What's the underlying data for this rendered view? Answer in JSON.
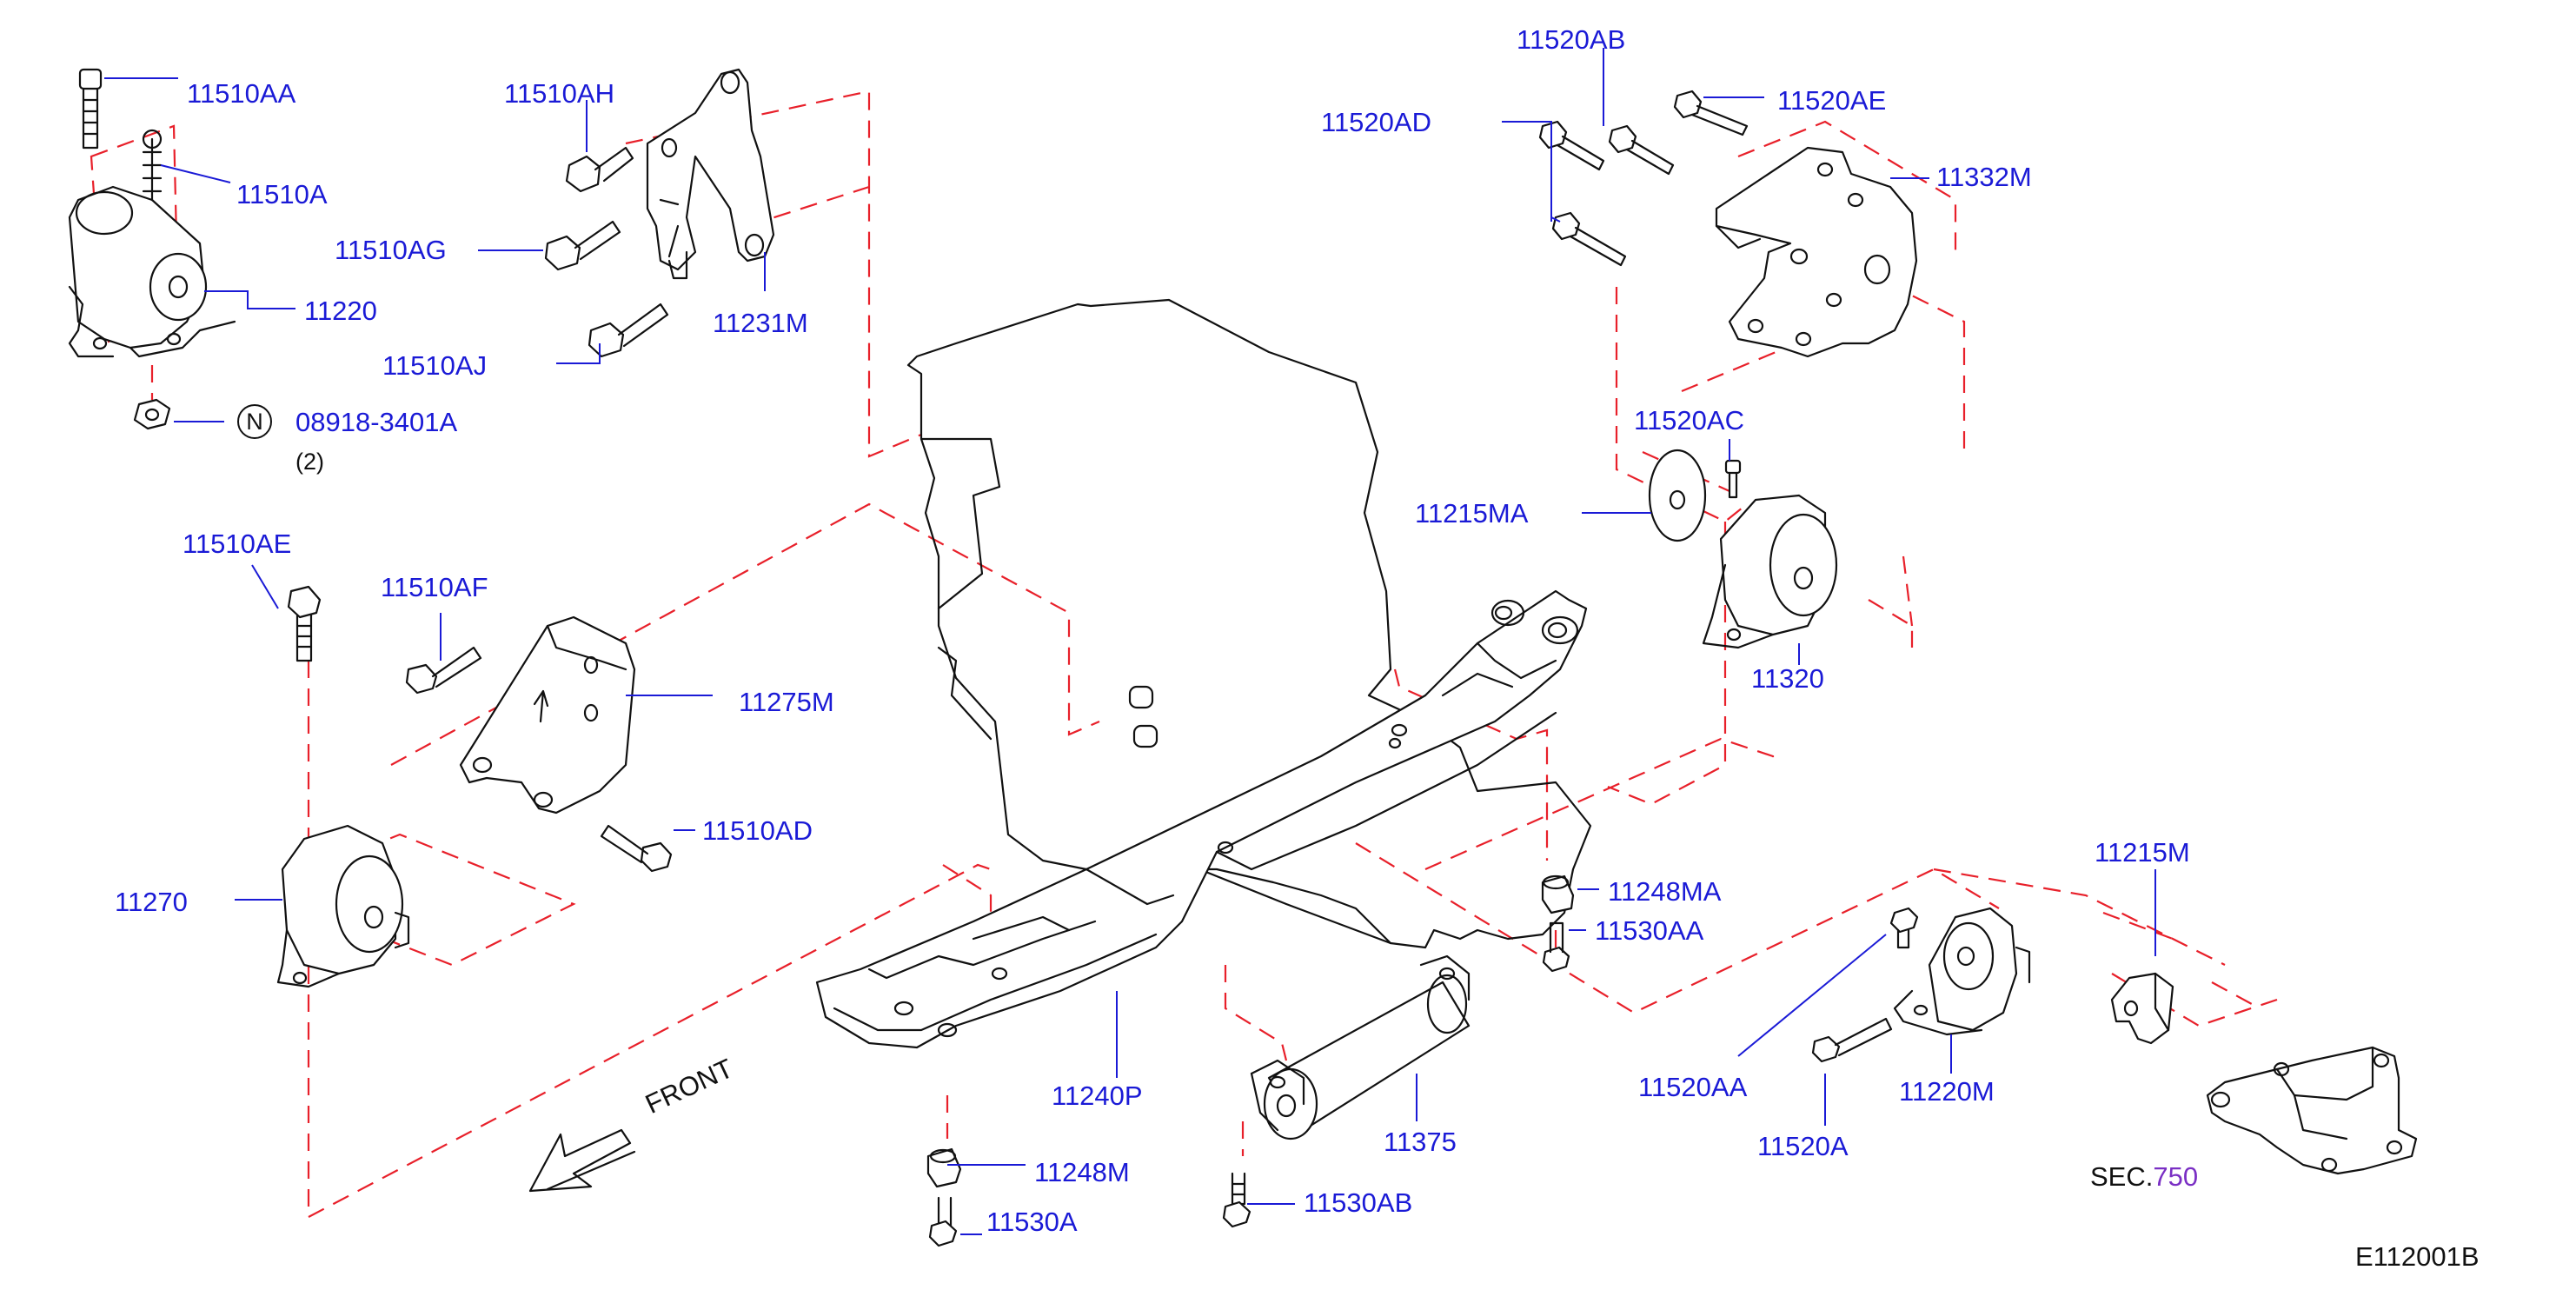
{
  "diagram": {
    "catalog_code": "E112001B",
    "front_label": "FRONT",
    "section_ref": {
      "prefix": "SEC.",
      "number": "750"
    },
    "nut_symbol": "N",
    "nut_quantity": "(2)",
    "colors": {
      "callout": "#1a1ad6",
      "dash_lines": "#e8202a",
      "section_number": "#7a2fc4",
      "line_art": "#111111"
    },
    "callouts": {
      "p11510AA": "11510AA",
      "p11510A": "11510A",
      "p11220": "11220",
      "p08918": "08918-3401A",
      "p11510AH": "11510AH",
      "p11510AG": "11510AG",
      "p11231M": "11231M",
      "p11510AJ": "11510AJ",
      "p11520AB": "11520AB",
      "p11520AD": "11520AD",
      "p11520AE": "11520AE",
      "p11332M": "11332M",
      "p11520AC": "11520AC",
      "p11215MA": "11215MA",
      "p11320": "11320",
      "p11510AE": "11510AE",
      "p11510AF": "11510AF",
      "p11275M": "11275M",
      "p11510AD": "11510AD",
      "p11270": "11270",
      "p11248MA": "11248MA",
      "p11530AA": "11530AA",
      "p11215M": "11215M",
      "p11520AA": "11520AA",
      "p11520A": "11520A",
      "p11220M": "11220M",
      "p11240P": "11240P",
      "p11375": "11375",
      "p11248M": "11248M",
      "p11530A": "11530A",
      "p11530AB": "11530AB"
    }
  }
}
